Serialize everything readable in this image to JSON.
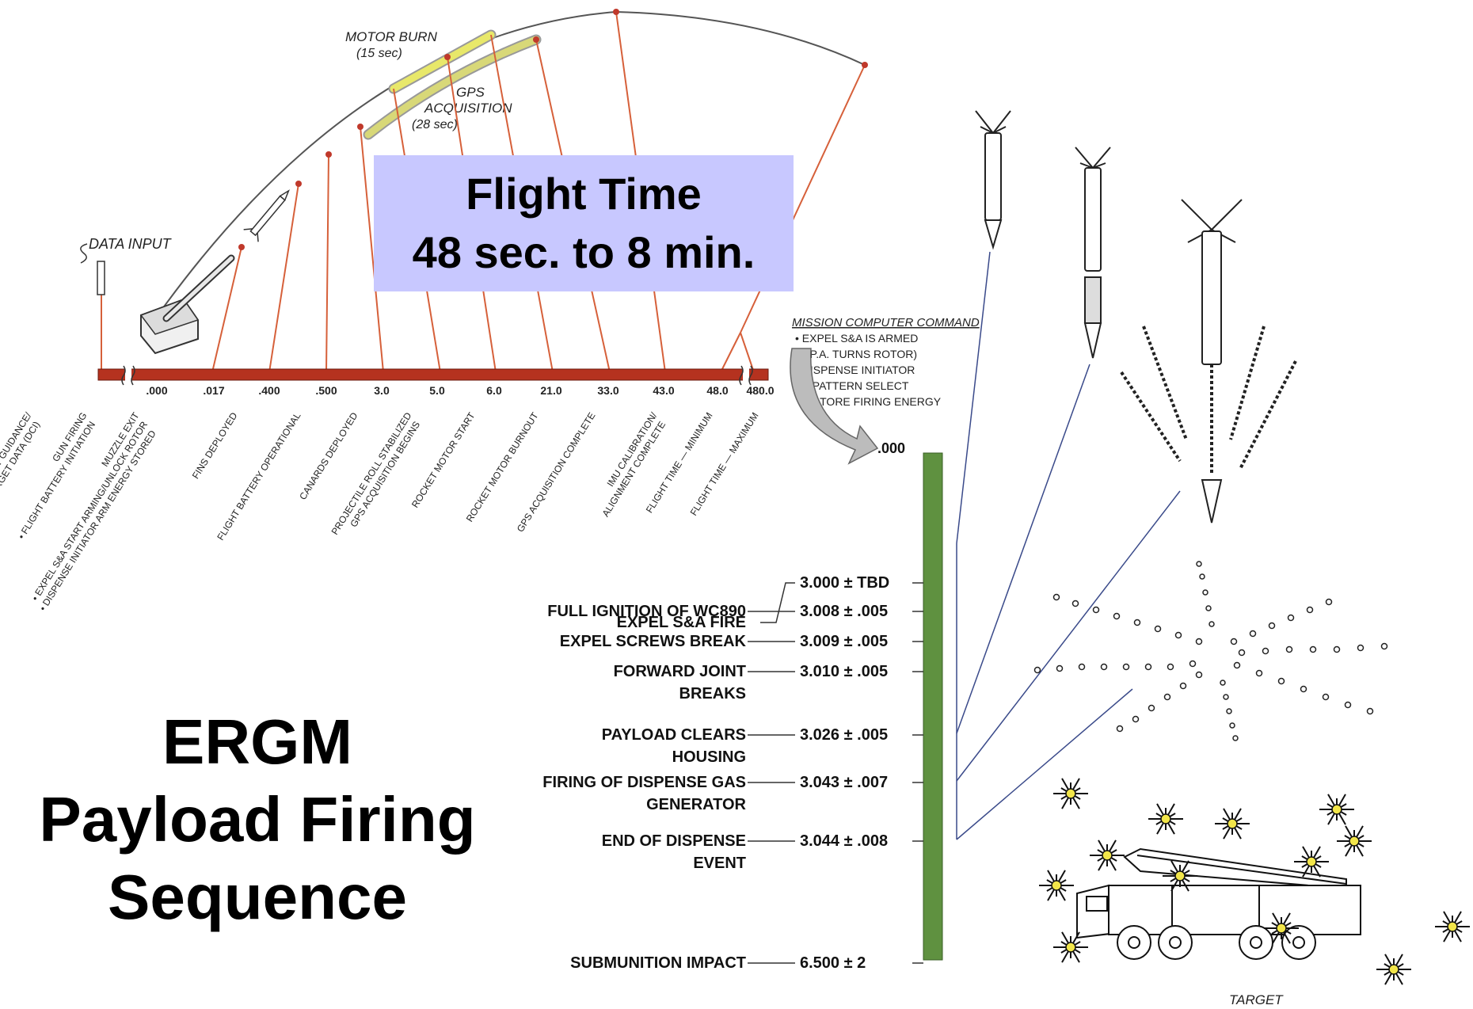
{
  "trajectory": {
    "data_input_label": "DATA INPUT",
    "motor_burn_label": "MOTOR BURN",
    "motor_burn_duration": "(15 sec)",
    "gps_label_1": "GPS",
    "gps_label_2": "ACQUISITION",
    "gps_duration": "(28 sec)"
  },
  "timeline": {
    "ticks": [
      ".000",
      ".017",
      ".400",
      ".500",
      "3.0",
      "5.0",
      "6.0",
      "21.0",
      "33.0",
      "43.0",
      "48.0",
      "480.0"
    ],
    "events": [
      [
        "TRANSMIT GUIDANCE/",
        "LOCATION/TARGET DATA (DCI)"
      ],
      [
        "GUN FIRING",
        "• FLIGHT BATTERY INITIATION"
      ],
      [
        "MUZZLE EXIT",
        "• EXPEL S&A START ARMING/UNLOCK ROTOR",
        "• DISPENSE INITIATOR ARM ENERGY STORED"
      ],
      [
        "FINS DEPLOYED"
      ],
      [
        "FLIGHT BATTERY OPERATIONAL"
      ],
      [
        "CANARDS DEPLOYED"
      ],
      [
        "PROJECTILE ROLL STABILIZED",
        "GPS ACQUISITION BEGINS"
      ],
      [
        "ROCKET MOTOR START"
      ],
      [
        "ROCKET MOTOR BURNOUT"
      ],
      [
        "GPS ACQUISITION COMPLETE"
      ],
      [
        "IMU CALIBRATION/",
        "ALIGNMENT COMPLETE"
      ],
      [
        "FLIGHT TIME — MINIMUM"
      ],
      [
        "FLIGHT TIME — MAXIMUM"
      ]
    ]
  },
  "flight_time": {
    "line1": "Flight Time",
    "line2": "48 sec. to 8 min."
  },
  "mission_command": {
    "title": "MISSION COMPUTER COMMAND",
    "items": [
      "• EXPEL S&A IS ARMED",
      "(P.A. TURNS ROTOR)",
      "• DISPENSE INITIATOR",
      "–PATTERN SELECT",
      "–STORE FIRING ENERGY"
    ]
  },
  "payload_sequence": {
    "start_time": ".000",
    "events": [
      {
        "label": [
          "EXPEL S&A FIRE"
        ],
        "time": "3.000 ± TBD"
      },
      {
        "label": [
          "FULL IGNITION OF WC890"
        ],
        "time": "3.008 ± .005"
      },
      {
        "label": [
          "EXPEL SCREWS BREAK"
        ],
        "time": "3.009 ± .005"
      },
      {
        "label": [
          "FORWARD JOINT",
          "BREAKS"
        ],
        "time": "3.010 ± .005"
      },
      {
        "label": [
          "PAYLOAD CLEARS",
          "HOUSING"
        ],
        "time": "3.026 ± .005"
      },
      {
        "label": [
          "FIRING OF DISPENSE GAS",
          "GENERATOR"
        ],
        "time": "3.043 ± .007"
      },
      {
        "label": [
          "END OF DISPENSE",
          "EVENT"
        ],
        "time": "3.044 ± .008"
      },
      {
        "label": [
          "SUBMUNITION IMPACT"
        ],
        "time": "6.500 ± 2"
      }
    ]
  },
  "target_label": "TARGET",
  "title": {
    "line1": "ERGM",
    "line2": "Payload Firing",
    "line3": "Sequence"
  },
  "colors": {
    "timeline_bar": "#b5321f",
    "drop_line": "#d6603a",
    "green_bar": "#5f9140",
    "motor_burn": "#e8e86a",
    "gps_acq": "#d8d878",
    "flight_box": "#c8c8ff"
  }
}
